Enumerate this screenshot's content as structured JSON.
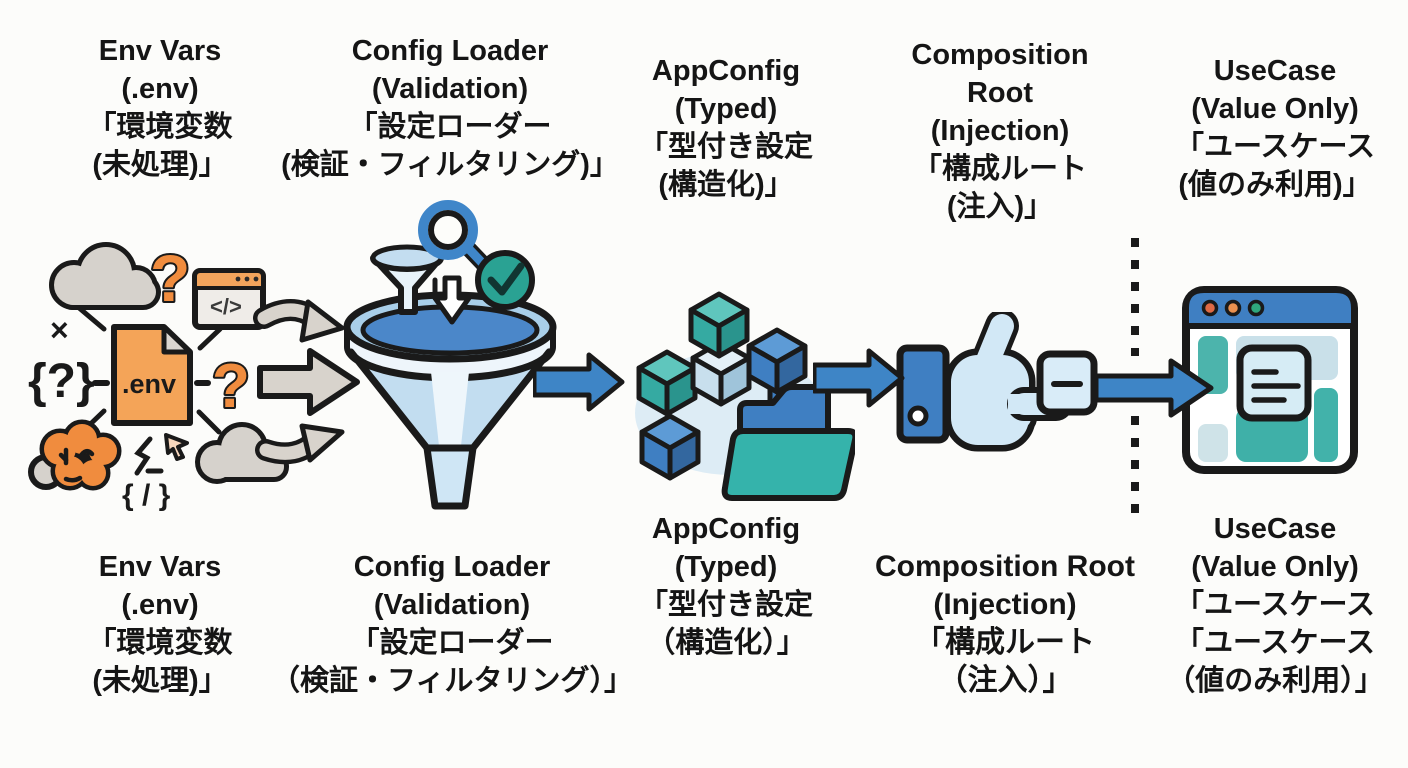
{
  "diagram": {
    "title": "Configuration pipeline: env vars to typed config to use case",
    "stages": [
      {
        "name": "env-vars",
        "top_label": "Env Vars\n(.env)\n「環境変数\n(未処理)」",
        "bottom_label": "Env Vars\n(.env)\n「環境変数\n(未処理)」"
      },
      {
        "name": "config-loader",
        "top_label": "Config Loader\n(Validation)\n「設定ローダー\n(検証・フィルタリング)」",
        "bottom_label": "Config Loader\n(Validation)\n「設定ローダー\n（検証・フィルタリング）」"
      },
      {
        "name": "app-config",
        "top_label": "AppConfig\n(Typed)\n「型付き設定\n(構造化)」",
        "bottom_label": "AppConfig\n(Typed)\n「型付き設定\n（構造化）」"
      },
      {
        "name": "composition-root",
        "top_label": "Composition\nRoot\n(Injection)\n「構成ルート\n(注入)」",
        "bottom_label": "Composition Root\n(Injection)\n「構成ルート\n（注入）」"
      },
      {
        "name": "usecase",
        "top_label": "UseCase\n(Value Only)\n「ユースケース\n(値のみ利用)」",
        "bottom_label": "UseCase\n(Value Only)\n「ユースケース\n「ユースケース\n（値のみ利用）」"
      }
    ],
    "icons": {
      "env_file": ".env",
      "code_snippet": "</>",
      "brace_question": "{?}",
      "cross": "×",
      "question_top": "?",
      "question_right": "?",
      "brace_slash": "{ / }"
    },
    "colors": {
      "accent_blue": "#3f7fc2",
      "funnel_blue": "#4b87c9",
      "light_blue": "#d2e8f6",
      "teal": "#3fb0a8",
      "check_green": "#2aa293",
      "orange": "#f08c3e",
      "file_orange": "#f4a458",
      "gray": "#d6d2cc",
      "outline": "#1a1a1a"
    }
  }
}
